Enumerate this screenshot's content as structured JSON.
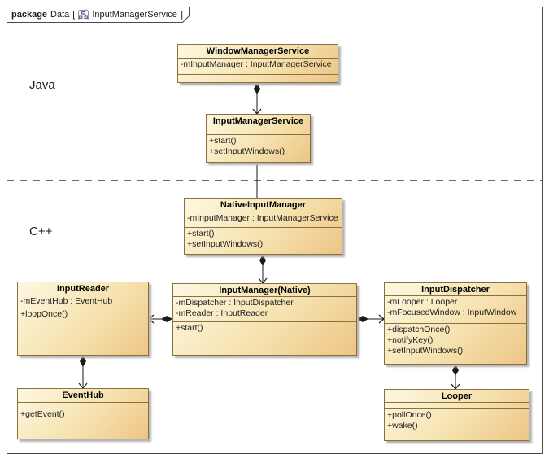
{
  "diagram": {
    "tab": {
      "keyword": "package",
      "context_name": "Data",
      "bracket_open": "[",
      "diagram_name": "InputManagerService",
      "bracket_close": "]",
      "icon": "class-diagram-icon"
    },
    "region_labels": {
      "java": "Java",
      "cpp": "C++"
    }
  },
  "colors": {
    "class_fill_light": "#FDF8E1",
    "class_fill_dark": "#EDC585",
    "class_border": "#8A6F3F",
    "shadow": "#B4B4B4",
    "connector": "#1A1A1A",
    "frame_border": "#4A4A4A"
  },
  "classes": [
    {
      "name": "WindowManagerService",
      "attributes": [
        "-mInputManager : InputManagerService"
      ],
      "methods": []
    },
    {
      "name": "InputManagerService",
      "attributes": [],
      "methods": [
        "+start()",
        "+setInputWindows()"
      ]
    },
    {
      "name": "NativeInputManager",
      "attributes": [
        "-mInputManager : InputManagerService"
      ],
      "methods": [
        "+start()",
        "+setInputWindows()"
      ]
    },
    {
      "name": "InputReader",
      "attributes": [
        "-mEventHub : EventHub"
      ],
      "methods": [
        "+loopOnce()"
      ]
    },
    {
      "name": "InputManager(Native)",
      "attributes": [
        "-mDispatcher : InputDispatcher",
        "-mReader : InputReader"
      ],
      "methods": [
        "+start()"
      ]
    },
    {
      "name": "InputDispatcher",
      "attributes": [
        "-mLooper : Looper",
        "-mFocusedWindow : InputWindow"
      ],
      "methods": [
        "+dispatchOnce()",
        "+notifyKey()",
        "+setInputWindows()"
      ]
    },
    {
      "name": "EventHub",
      "attributes": [],
      "methods": [
        "+getEvent()"
      ]
    },
    {
      "name": "Looper",
      "attributes": [],
      "methods": [
        "+pollOnce()",
        "+wake()"
      ]
    }
  ],
  "relationships": [
    {
      "from": "WindowManagerService",
      "to": "InputManagerService",
      "type": "composition-arrow",
      "direction": "down"
    },
    {
      "from": "InputManagerService",
      "to": "NativeInputManager",
      "type": "association",
      "direction": "down"
    },
    {
      "from": "NativeInputManager",
      "to": "InputManager(Native)",
      "type": "composition-arrow",
      "direction": "down"
    },
    {
      "from": "InputManager(Native)",
      "to": "InputReader",
      "type": "composition-arrow",
      "direction": "left"
    },
    {
      "from": "InputManager(Native)",
      "to": "InputDispatcher",
      "type": "composition-arrow",
      "direction": "right"
    },
    {
      "from": "InputReader",
      "to": "EventHub",
      "type": "composition-arrow",
      "direction": "down"
    },
    {
      "from": "InputDispatcher",
      "to": "Looper",
      "type": "composition-arrow",
      "direction": "down"
    }
  ]
}
